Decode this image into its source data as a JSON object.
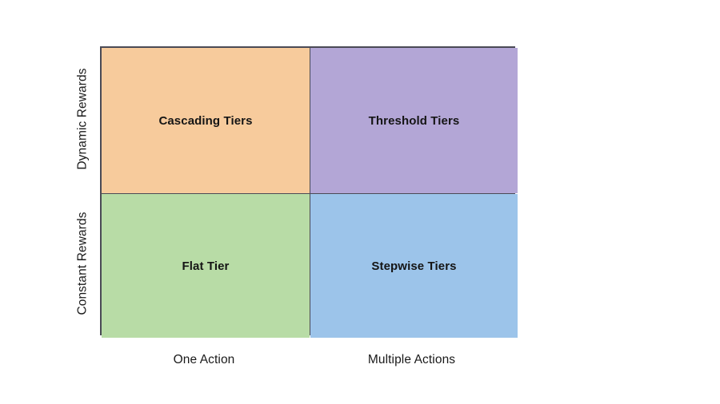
{
  "chart_data": {
    "type": "table",
    "title": "",
    "subtitle": "",
    "layout": "2x2-quadrant-matrix",
    "xlabel": "",
    "ylabel": "",
    "grid": false,
    "legend": null,
    "x_categories": [
      "One Action",
      "Multiple Actions"
    ],
    "y_categories": [
      "Dynamic Rewards",
      "Constant Rewards"
    ],
    "cells": [
      {
        "row": "Dynamic Rewards",
        "column": "One Action",
        "label": "Cascading Tiers",
        "color": "#f7cb9c"
      },
      {
        "row": "Dynamic Rewards",
        "column": "Multiple Actions",
        "label": "Threshold Tiers",
        "color": "#b3a6d6"
      },
      {
        "row": "Constant Rewards",
        "column": "One Action",
        "label": "Flat Tier",
        "color": "#b8dca6"
      },
      {
        "row": "Constant Rewards",
        "column": "Multiple Actions",
        "label": "Stepwise Tiers",
        "color": "#9cc4ea"
      }
    ]
  },
  "axes": {
    "y": {
      "top_label": "Dynamic Rewards",
      "bottom_label": "Constant Rewards"
    },
    "x": {
      "left_label": "One Action",
      "right_label": "Multiple Actions"
    }
  },
  "quadrants": {
    "top_left": {
      "label": "Cascading Tiers",
      "color": "#f7cb9c"
    },
    "top_right": {
      "label": "Threshold Tiers",
      "color": "#b3a6d6"
    },
    "bottom_left": {
      "label": "Flat Tier",
      "color": "#b8dca6"
    },
    "bottom_right": {
      "label": "Stepwise Tiers",
      "color": "#9cc4ea"
    }
  },
  "style": {
    "border_color": "#4a4a55",
    "text_color": "#151515",
    "axis_text_color": "#1a1a1a",
    "background": "#ffffff"
  },
  "watermark": {
    "text": ""
  }
}
